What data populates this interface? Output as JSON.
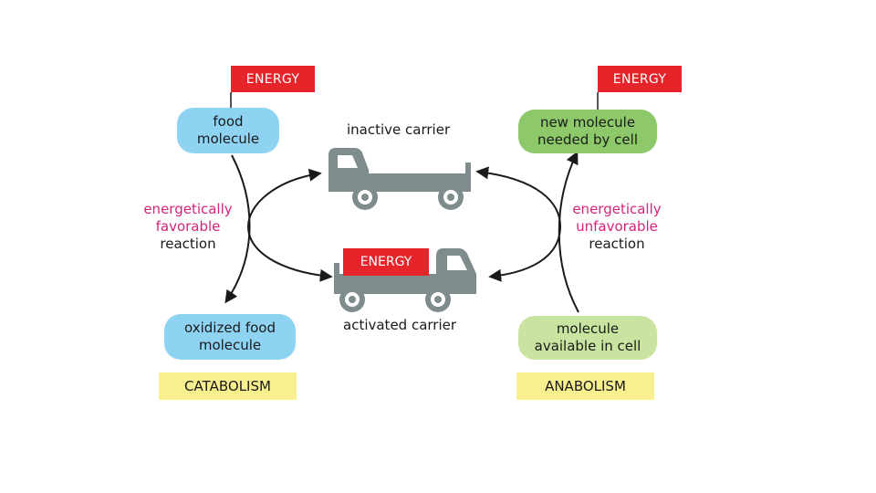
{
  "energy_label": "ENERGY",
  "catabolism": {
    "food_molecule": "food\nmolecule",
    "oxidized_food_molecule": "oxidized food\nmolecule",
    "reaction_line1": "energetically",
    "reaction_line2": "favorable",
    "reaction_line3": "reaction",
    "tag": "CATABOLISM"
  },
  "anabolism": {
    "new_molecule": "new molecule\nneeded by cell",
    "available_molecule": "molecule\navailable in cell",
    "reaction_line1": "energetically",
    "reaction_line2": "unfavorable",
    "reaction_line3": "reaction",
    "tag": "ANABOLISM"
  },
  "carriers": {
    "inactive": "inactive carrier",
    "activated": "activated carrier"
  },
  "colors": {
    "energy": "#e8242b",
    "catabolism_pill": "#8fd3f3",
    "new_molecule_pill": "#8dc86a",
    "available_molecule_pill": "#c8e4a0",
    "tag": "#f8ef8e",
    "reaction_highlight": "#d4237b",
    "truck": "#7f8c8d",
    "arrow": "#1a1a1a"
  }
}
